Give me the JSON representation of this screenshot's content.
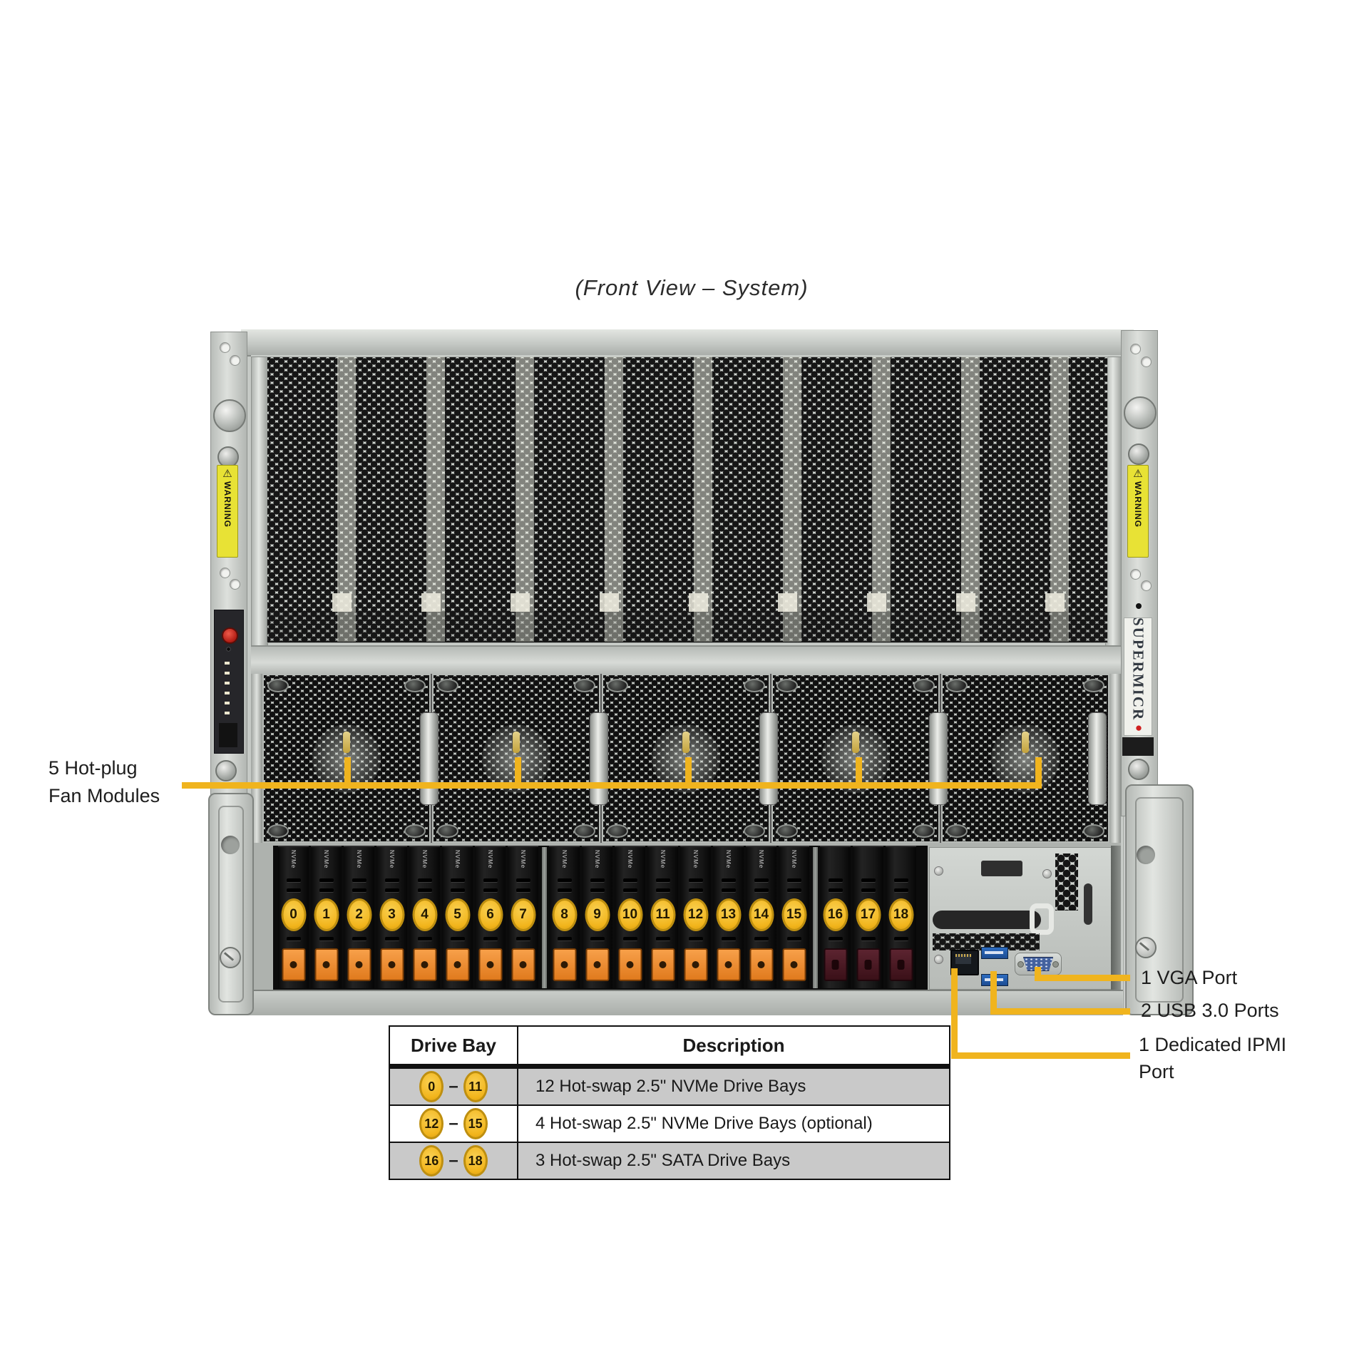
{
  "title": "(Front View – System)",
  "callouts": {
    "fan_line1": "5 Hot-plug",
    "fan_line2": "Fan Modules",
    "vga": "1 VGA Port",
    "usb": "2 USB 3.0 Ports",
    "ipmi": "1 Dedicated IPMI Port"
  },
  "chassis": {
    "brand_text": "SUPERMICR",
    "brand_dot": "●",
    "warning_icon": "⚠",
    "warning_text": "WARNING",
    "drive_label": "NVMe",
    "drive_numbers": [
      "0",
      "1",
      "2",
      "3",
      "4",
      "5",
      "6",
      "7",
      "8",
      "9",
      "10",
      "11",
      "12",
      "13",
      "14",
      "15",
      "16",
      "17",
      "18"
    ]
  },
  "table": {
    "headers": [
      "Drive Bay",
      "Description"
    ],
    "range_separator": "–",
    "rows": [
      {
        "from": "0",
        "to": "11",
        "description": "12 Hot-swap 2.5\" NVMe Drive Bays"
      },
      {
        "from": "12",
        "to": "15",
        "description": "4 Hot-swap 2.5\" NVMe Drive Bays (optional)"
      },
      {
        "from": "16",
        "to": "18",
        "description": "3 Hot-swap 2.5\" SATA Drive Bays"
      }
    ]
  },
  "colors": {
    "accent_yellow": "#F0B41E",
    "badge_fill": "#F5C02A",
    "badge_ring": "#BE8F10",
    "latch_orange": "#EE8A2F",
    "latch_maroon": "#4A1722",
    "warning_yellow": "#E8E235"
  }
}
